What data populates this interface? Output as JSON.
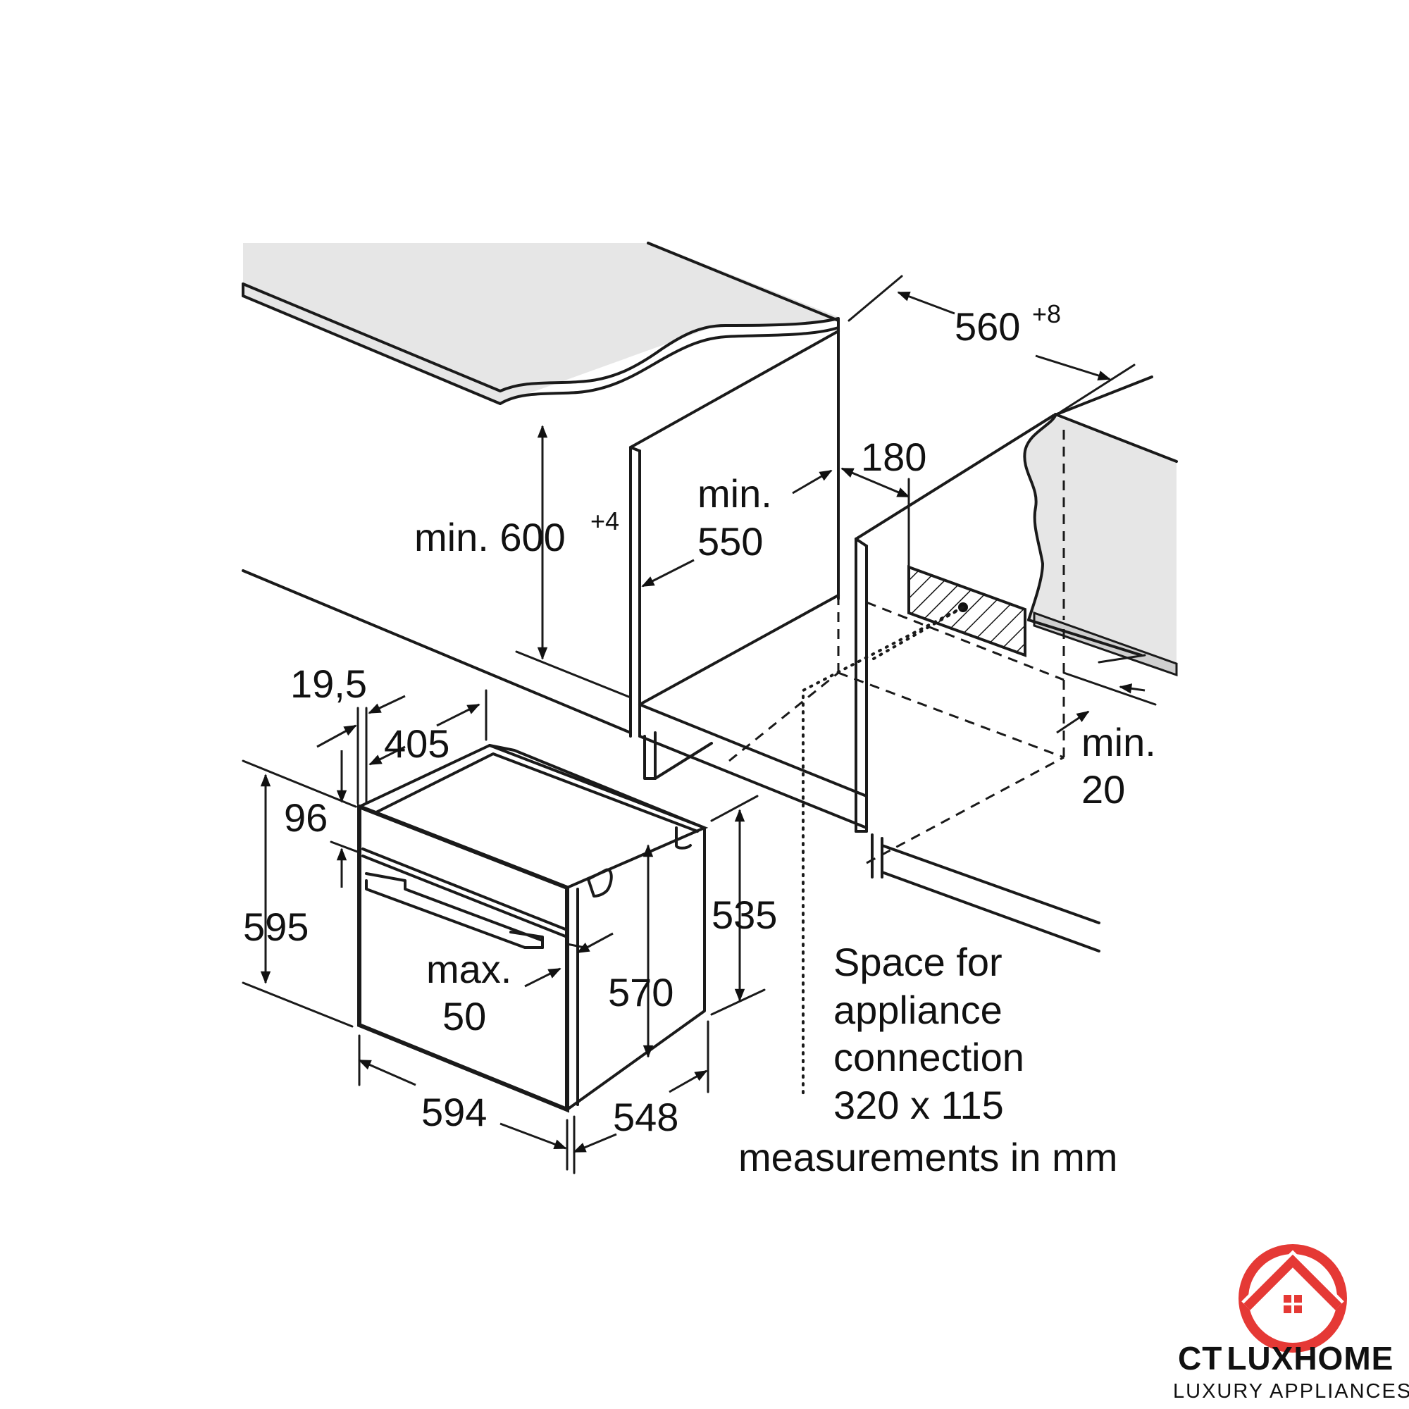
{
  "diagram": {
    "dimensions": {
      "worktop_opening_width": "560",
      "worktop_opening_width_tol": "+8",
      "side_gap": "180",
      "niche_height_prefix": "min. 600",
      "niche_height_tol": "+4",
      "niche_depth_line1": "min.",
      "niche_depth_line2": "550",
      "rear_gap_line1": "min.",
      "rear_gap_line2": "20",
      "panel_offset": "19,5",
      "top_depth": "405",
      "control_height": "96",
      "total_height": "595",
      "body_height": "535",
      "door_height": "570",
      "handle_line1": "max.",
      "handle_line2": "50",
      "total_width": "594",
      "total_depth": "548"
    },
    "notes": {
      "connection_line1": "Space for",
      "connection_line2": "appliance",
      "connection_line3": "connection",
      "connection_line4": "320 x 115",
      "units": "measurements in mm"
    }
  },
  "brand": {
    "name_part1": "CT",
    "name_part2": "LUXHOME",
    "tagline": "LUXURY APPLIANCES",
    "accent_color": "#e53935"
  }
}
